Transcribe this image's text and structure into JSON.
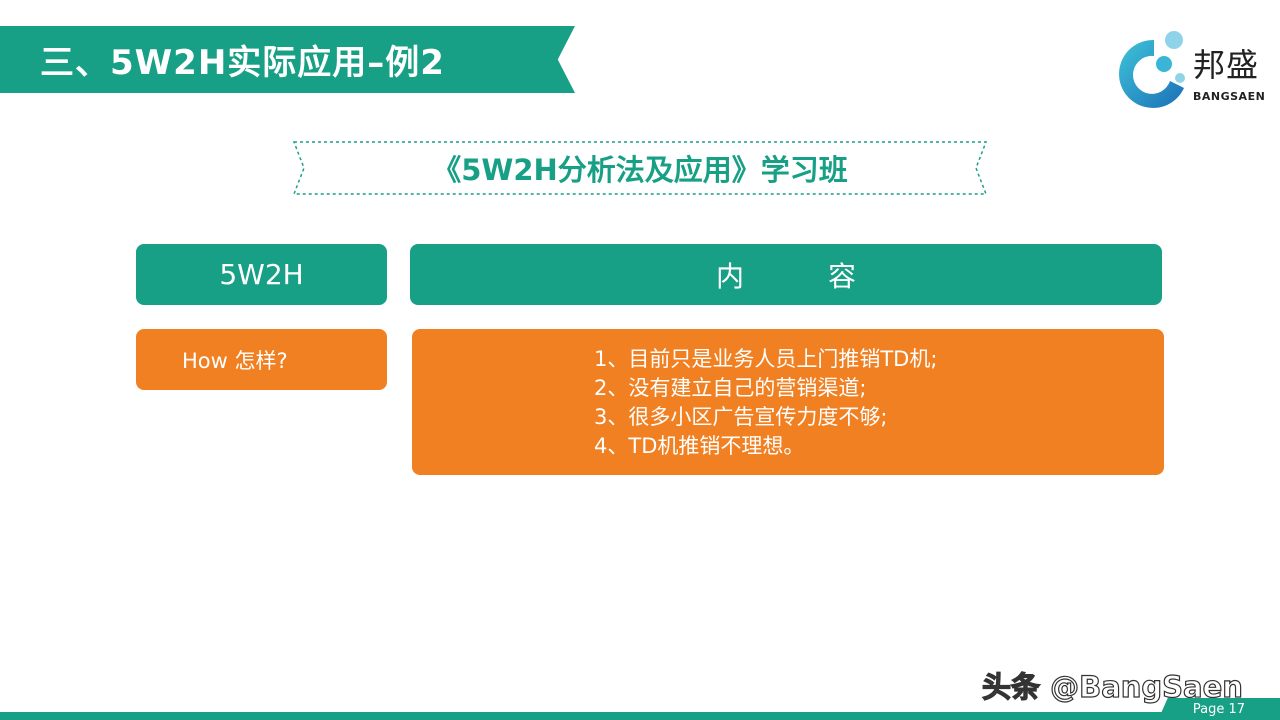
{
  "header": {
    "title": "三、5W2H实际应用–例2"
  },
  "logo": {
    "name_cn": "邦盛",
    "name_en": "BANGSAEN"
  },
  "subtitle": "《5W2H分析法及应用》学习班",
  "table": {
    "col1_header": "5W2H",
    "col2_header": "内容",
    "row": {
      "label": "How 怎样?",
      "items": [
        "1、目前只是业务人员上门推销TD机;",
        "2、没有建立自己的营销渠道;",
        "3、很多小区广告宣传力度不够;",
        "4、TD机推销不理想。"
      ]
    }
  },
  "watermark": "头条 @BangSaen",
  "footer": {
    "page_label": "Page 17"
  },
  "colors": {
    "teal": "#18a086",
    "orange": "#f08022"
  }
}
